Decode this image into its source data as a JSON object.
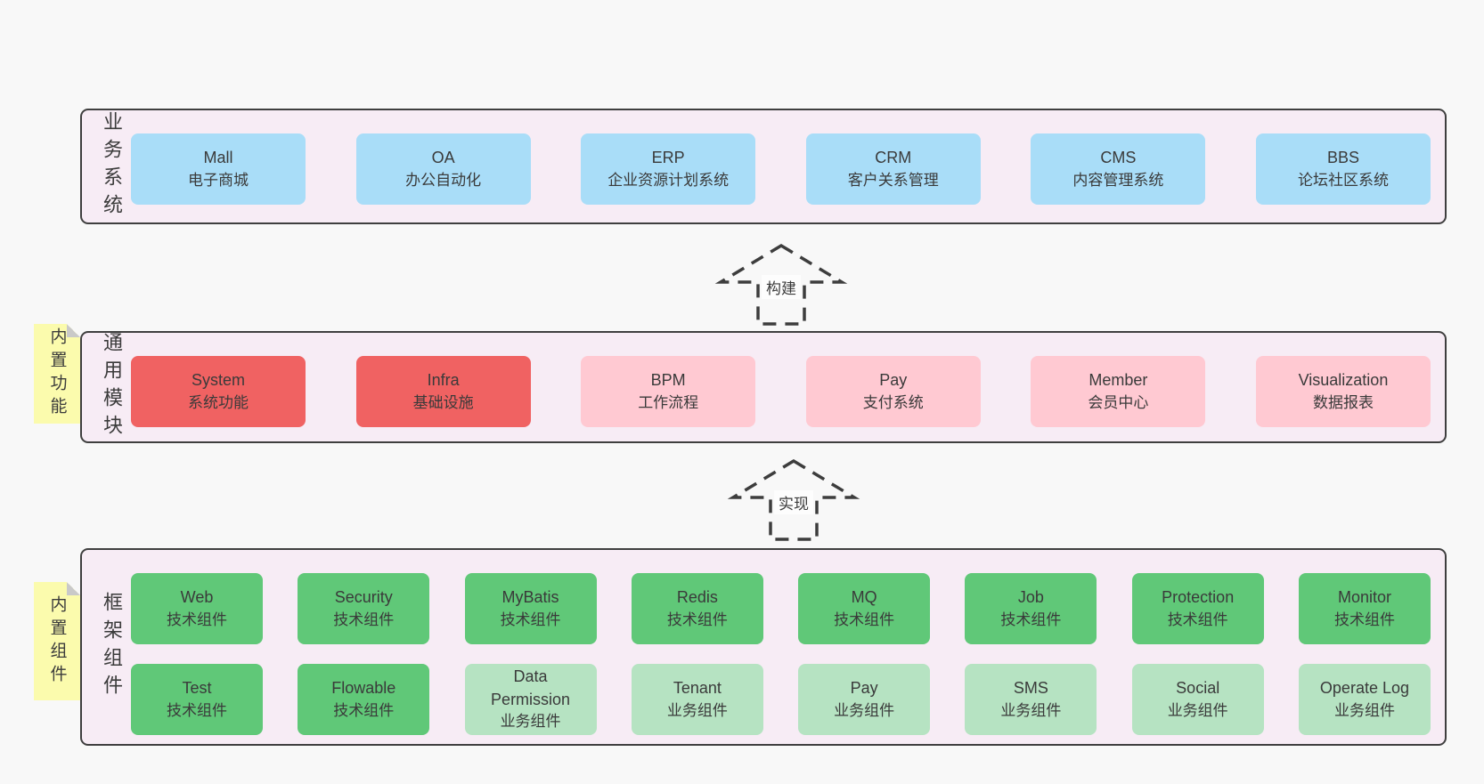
{
  "palette": {
    "page_bg": "#f8f8f8",
    "panel_bg": "#f7ecf5",
    "panel_border": "#3f3f3f",
    "text": "#3a3a3a",
    "note_bg": "#fbfbad",
    "note_fold": "#c9c9c9",
    "blue": "#a9ddf8",
    "red": "#f06262",
    "pink": "#ffc9d2",
    "green": "#60c878",
    "lightgreen": "#b6e3c2"
  },
  "arrows": [
    {
      "label": "构建"
    },
    {
      "label": "实现"
    }
  ],
  "sections": [
    {
      "id": "business-systems",
      "side_label": "业务系统",
      "note": null,
      "rows": [
        [
          {
            "name": "Mall",
            "desc": "电子商城",
            "color": "blue"
          },
          {
            "name": "OA",
            "desc": "办公自动化",
            "color": "blue"
          },
          {
            "name": "ERP",
            "desc": "企业资源计划系统",
            "color": "blue"
          },
          {
            "name": "CRM",
            "desc": "客户关系管理",
            "color": "blue"
          },
          {
            "name": "CMS",
            "desc": "内容管理系统",
            "color": "blue"
          },
          {
            "name": "BBS",
            "desc": "论坛社区系统",
            "color": "blue"
          }
        ]
      ]
    },
    {
      "id": "common-modules",
      "side_label": "通用模块",
      "note": "内置功能",
      "rows": [
        [
          {
            "name": "System",
            "desc": "系统功能",
            "color": "red"
          },
          {
            "name": "Infra",
            "desc": "基础设施",
            "color": "red"
          },
          {
            "name": "BPM",
            "desc": "工作流程",
            "color": "pink"
          },
          {
            "name": "Pay",
            "desc": "支付系统",
            "color": "pink"
          },
          {
            "name": "Member",
            "desc": "会员中心",
            "color": "pink"
          },
          {
            "name": "Visualization",
            "desc": "数据报表",
            "color": "pink"
          }
        ]
      ]
    },
    {
      "id": "framework-components",
      "side_label": "框架组件",
      "note": "内置组件",
      "rows": [
        [
          {
            "name": "Web",
            "desc": "技术组件",
            "color": "green"
          },
          {
            "name": "Security",
            "desc": "技术组件",
            "color": "green"
          },
          {
            "name": "MyBatis",
            "desc": "技术组件",
            "color": "green"
          },
          {
            "name": "Redis",
            "desc": "技术组件",
            "color": "green"
          },
          {
            "name": "MQ",
            "desc": "技术组件",
            "color": "green"
          },
          {
            "name": "Job",
            "desc": "技术组件",
            "color": "green"
          },
          {
            "name": "Protection",
            "desc": "技术组件",
            "color": "green"
          },
          {
            "name": "Monitor",
            "desc": "技术组件",
            "color": "green"
          }
        ],
        [
          {
            "name": "Test",
            "desc": "技术组件",
            "color": "green"
          },
          {
            "name": "Flowable",
            "desc": "技术组件",
            "color": "green"
          },
          {
            "name": "Data Permission",
            "desc": "业务组件",
            "color": "lightgreen"
          },
          {
            "name": "Tenant",
            "desc": "业务组件",
            "color": "lightgreen"
          },
          {
            "name": "Pay",
            "desc": "业务组件",
            "color": "lightgreen"
          },
          {
            "name": "SMS",
            "desc": "业务组件",
            "color": "lightgreen"
          },
          {
            "name": "Social",
            "desc": "业务组件",
            "color": "lightgreen"
          },
          {
            "name": "Operate Log",
            "desc": "业务组件",
            "color": "lightgreen"
          }
        ]
      ]
    }
  ]
}
